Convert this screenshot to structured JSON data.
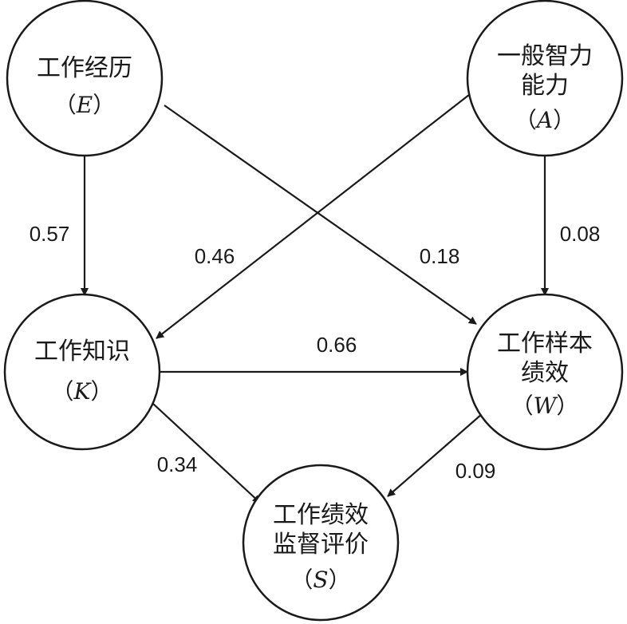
{
  "nodes": {
    "E": {
      "lines": [
        "工作经历"
      ],
      "symbol_open": "（",
      "symbol": "E",
      "symbol_close": "）"
    },
    "A": {
      "lines": [
        "一般智力",
        "能力"
      ],
      "symbol_open": "（",
      "symbol": "A",
      "symbol_close": "）"
    },
    "K": {
      "lines": [
        "工作知识"
      ],
      "symbol_open": "（",
      "symbol": "K",
      "symbol_close": "）"
    },
    "W": {
      "lines": [
        "工作样本",
        "绩效"
      ],
      "symbol_open": "（",
      "symbol": "W",
      "symbol_close": "）"
    },
    "S": {
      "lines": [
        "工作绩效",
        "监督评价"
      ],
      "symbol_open": "（",
      "symbol": "S",
      "symbol_close": "）"
    }
  },
  "edges": {
    "E_K": {
      "from": "E",
      "to": "K",
      "weight": "0.57"
    },
    "E_W": {
      "from": "E",
      "to": "W",
      "weight": "0.18"
    },
    "A_K": {
      "from": "A",
      "to": "K",
      "weight": "0.46"
    },
    "A_W": {
      "from": "A",
      "to": "W",
      "weight": "0.08"
    },
    "K_W": {
      "from": "K",
      "to": "W",
      "weight": "0.66"
    },
    "K_S": {
      "from": "K",
      "to": "S",
      "weight": "0.34"
    },
    "W_S": {
      "from": "W",
      "to": "S",
      "weight": "0.09"
    }
  },
  "colors": {
    "stroke": "#1a1a1a",
    "background": "#ffffff"
  }
}
